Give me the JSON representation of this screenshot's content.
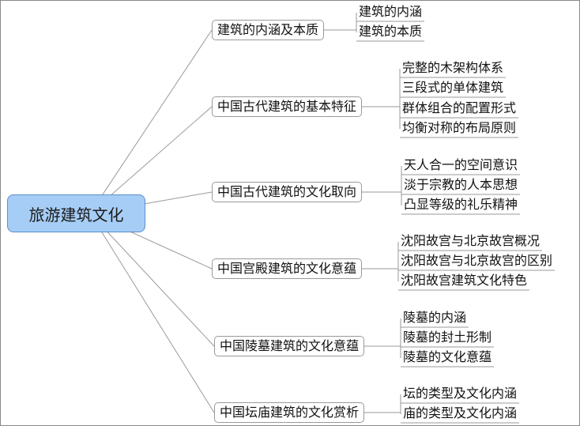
{
  "root": {
    "label": "旅游建筑文化"
  },
  "branches": [
    {
      "label": "建筑的内涵及本质",
      "children": [
        "建筑的内涵",
        "建筑的本质"
      ]
    },
    {
      "label": "中国古代建筑的基本特征",
      "children": [
        "完整的木架构体系",
        "三段式的单体建筑",
        "群体组合的配置形式",
        "均衡对称的布局原则"
      ]
    },
    {
      "label": "中国古代建筑的文化取向",
      "children": [
        "天人合一的空间意识",
        "淡于宗教的人本思想",
        "凸显等级的礼乐精神"
      ]
    },
    {
      "label": "中国宫殿建筑的文化意蕴",
      "children": [
        "沈阳故宫与北京故宫概况",
        "沈阳故宫与北京故宫的区别",
        "沈阳故宫建筑文化特色"
      ]
    },
    {
      "label": "中国陵墓建筑的文化意蕴",
      "children": [
        "陵墓的内涵",
        "陵墓的封土形制",
        "陵墓的文化意蕴"
      ]
    },
    {
      "label": "中国坛庙建筑的文化赏析",
      "children": [
        "坛的类型及文化内涵",
        "庙的类型及文化内涵"
      ]
    }
  ],
  "colors": {
    "root_fill": "#a6cdf5",
    "root_border": "#5b8fc9",
    "line": "#9a9a9a"
  }
}
